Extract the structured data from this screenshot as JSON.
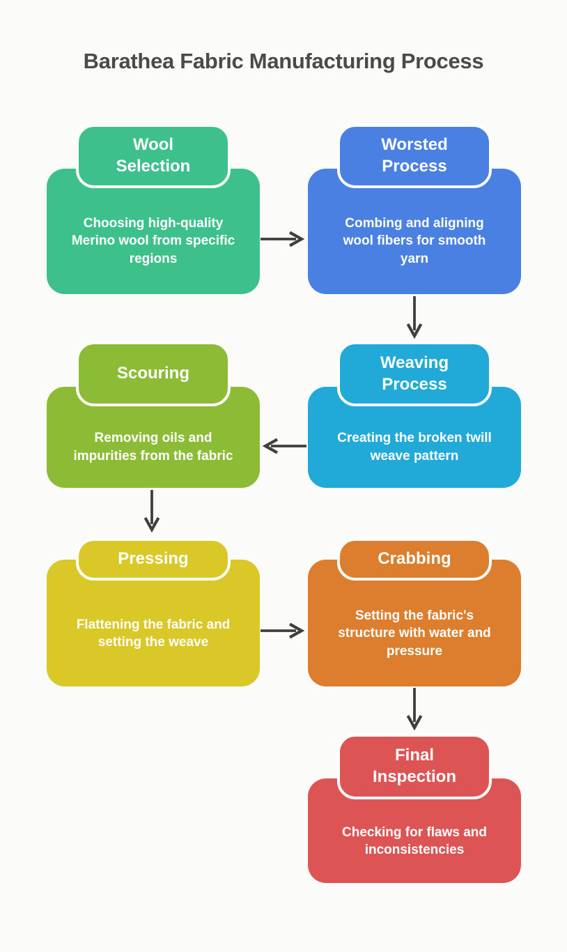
{
  "title": "Barathea Fabric Manufacturing Process",
  "colors": {
    "background": "#FBFBF9",
    "title_text": "#4A4A4A",
    "arrow": "#3F3F3F",
    "node_text": "#FFFFFF"
  },
  "nodes": [
    {
      "id": "wool-selection",
      "title": "Wool\nSelection",
      "description": "Choosing high-quality\nMerino wool from specific\nregions",
      "color": "#3EC08C"
    },
    {
      "id": "worsted-process",
      "title": "Worsted\nProcess",
      "description": "Combing and aligning\nwool fibers for smooth\nyarn",
      "color": "#4A80E1"
    },
    {
      "id": "scouring",
      "title": "Scouring",
      "description": "Removing oils and\nimpurities from the fabric",
      "color": "#8CBB35"
    },
    {
      "id": "weaving-process",
      "title": "Weaving\nProcess",
      "description": "Creating the broken twill\nweave pattern",
      "color": "#21AAD8"
    },
    {
      "id": "pressing",
      "title": "Pressing",
      "description": "Flattening the fabric and\nsetting the weave",
      "color": "#D9C827"
    },
    {
      "id": "crabbing",
      "title": "Crabbing",
      "description": "Setting the fabric's\nstructure with water and\npressure",
      "color": "#DC7E2E"
    },
    {
      "id": "final-inspection",
      "title": "Final\nInspection",
      "description": "Checking for flaws and\ninconsistencies",
      "color": "#DD5454"
    }
  ],
  "edges": [
    {
      "from": "wool-selection",
      "to": "worsted-process",
      "direction": "right"
    },
    {
      "from": "worsted-process",
      "to": "weaving-process",
      "direction": "down"
    },
    {
      "from": "weaving-process",
      "to": "scouring",
      "direction": "left"
    },
    {
      "from": "scouring",
      "to": "pressing",
      "direction": "down"
    },
    {
      "from": "pressing",
      "to": "crabbing",
      "direction": "right"
    },
    {
      "from": "crabbing",
      "to": "final-inspection",
      "direction": "down"
    }
  ]
}
